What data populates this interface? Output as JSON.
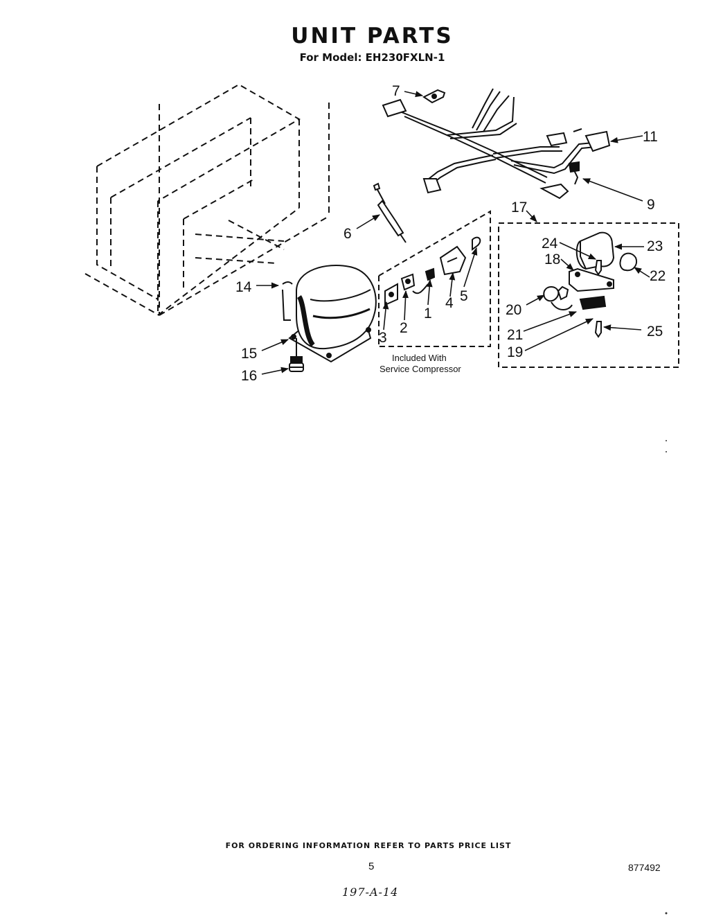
{
  "title": "UNIT PARTS",
  "subtitle": "For Model: EH230FXLN-1",
  "callouts": {
    "c1": "1",
    "c2": "2",
    "c3": "3",
    "c4": "4",
    "c5": "5",
    "c6": "6",
    "c7": "7",
    "c9": "9",
    "c11": "11",
    "c14": "14",
    "c15": "15",
    "c16": "16",
    "c17": "17",
    "c18": "18",
    "c19": "19",
    "c20": "20",
    "c21": "21",
    "c22": "22",
    "c23": "23",
    "c24": "24",
    "c25": "25"
  },
  "note": {
    "line1": "Included With",
    "line2": "Service Compressor"
  },
  "footer": {
    "ordering": "FOR ORDERING INFORMATION REFER TO PARTS PRICE LIST",
    "page_number": "5",
    "doc_number": "877492",
    "handwritten": "197-A-14"
  }
}
